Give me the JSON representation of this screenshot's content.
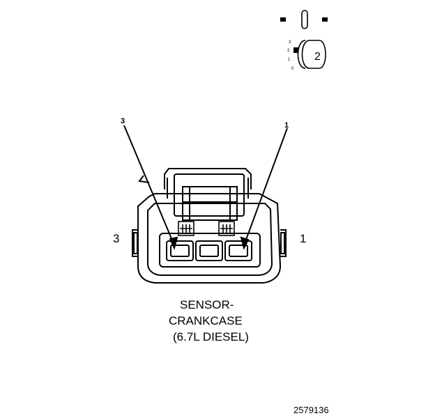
{
  "diagram": {
    "connector_title": [
      "SENSOR-",
      "CRANKCASE",
      "(6.7L DIESEL)"
    ],
    "side_labels": {
      "left": "3",
      "right": "1"
    },
    "pin_callouts": {
      "left": "3",
      "right": "1"
    },
    "figure_number": "2579136",
    "key_icon": {
      "number": "2",
      "scale": [
        "3",
        "2",
        "1",
        "0"
      ]
    }
  }
}
